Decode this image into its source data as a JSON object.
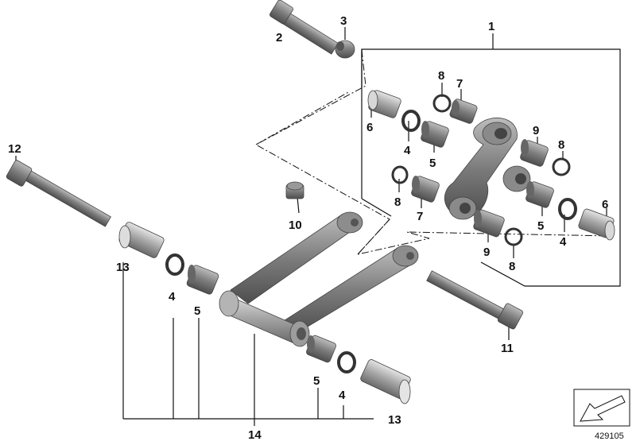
{
  "diagram": {
    "callouts": {
      "c1": "1",
      "c2": "2",
      "c3": "3",
      "c4a": "4",
      "c4b": "4",
      "c4c": "4",
      "c4d": "4",
      "c5a": "5",
      "c5b": "5",
      "c5c": "5",
      "c5d": "5",
      "c6a": "6",
      "c6b": "6",
      "c7a": "7",
      "c7b": "7",
      "c8a": "8",
      "c8b": "8",
      "c8c": "8",
      "c8d": "8",
      "c9a": "9",
      "c9b": "9",
      "c10": "10",
      "c11": "11",
      "c12": "12",
      "c13a": "13",
      "c13b": "13",
      "c14": "14"
    },
    "document_number": "429105"
  },
  "colors": {
    "part_dark": "#7d7d7d",
    "part_mid": "#a8a8a8",
    "part_light": "#d6d6d6",
    "line": "#111111"
  }
}
